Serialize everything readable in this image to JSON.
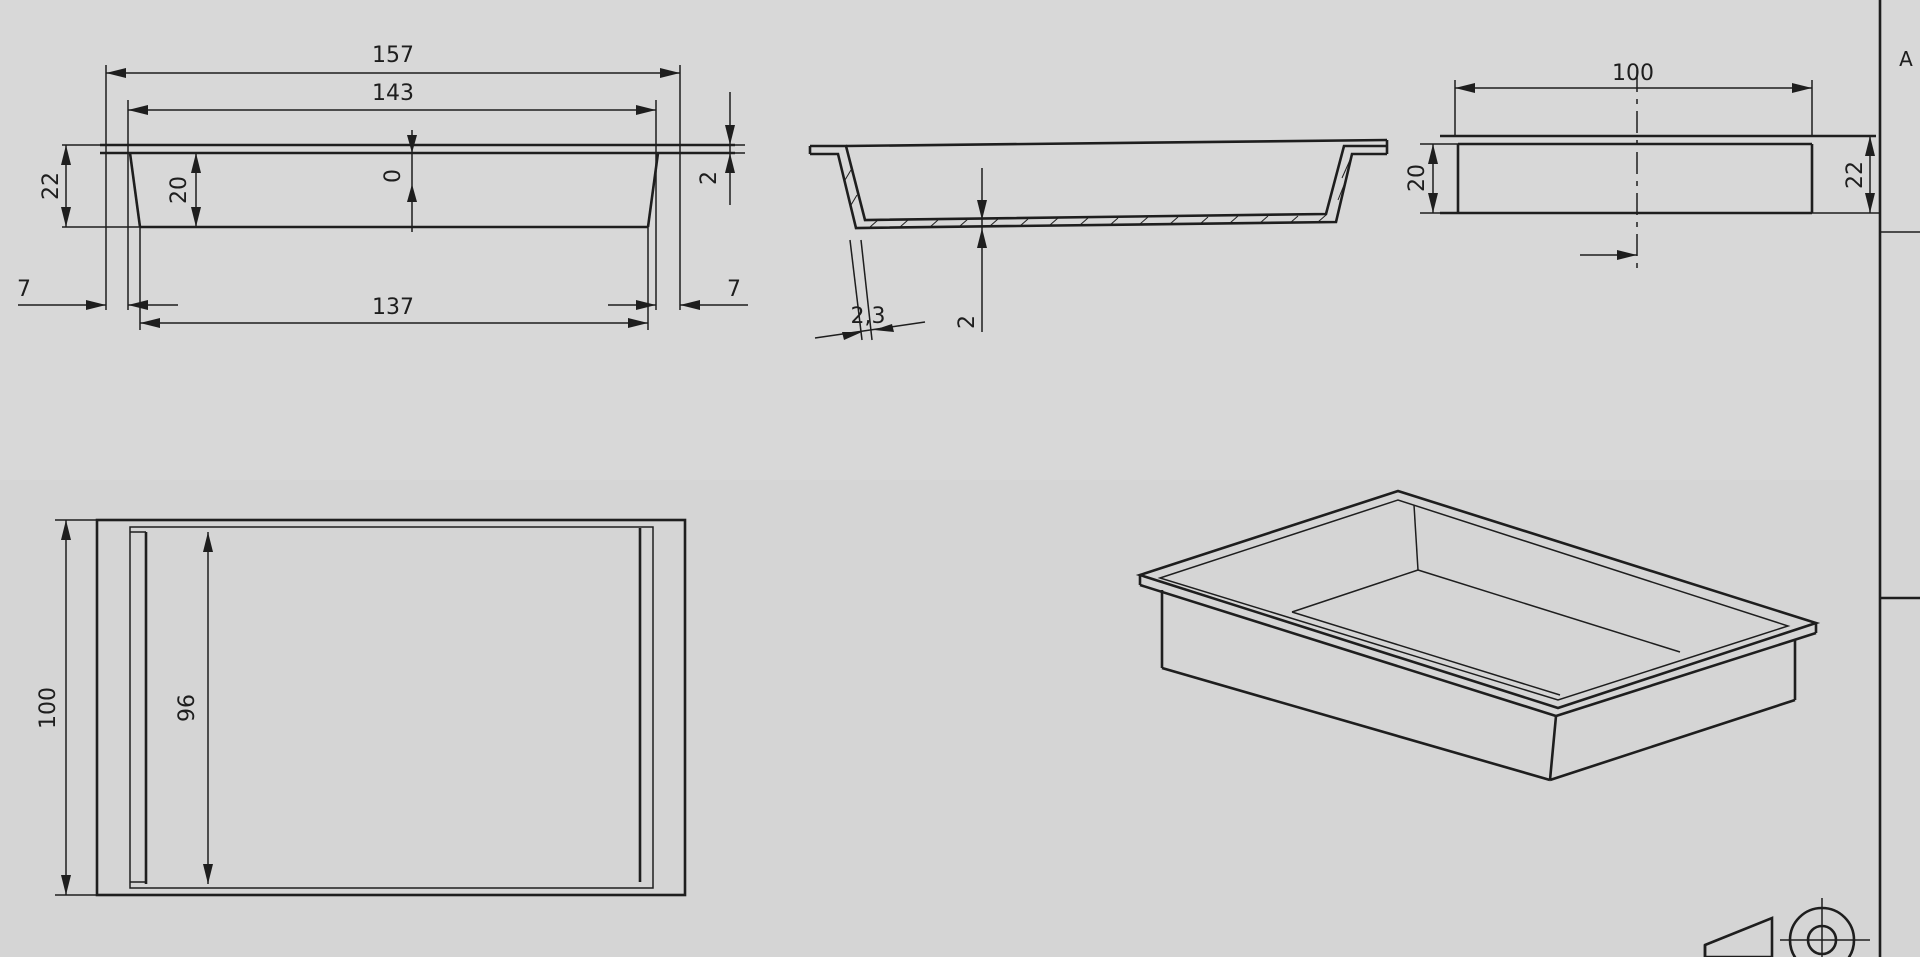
{
  "drawing": {
    "front_view": {
      "dim_overall_length": "157",
      "dim_inner_top_length": "143",
      "dim_bottom_length": "137",
      "dim_outer_height": "22",
      "dim_inner_height": "20",
      "dim_center_mark": "0",
      "dim_rim_thickness": "2",
      "dim_left_offset": "7",
      "dim_right_offset": "7"
    },
    "section_view": {
      "dim_wall_thickness": "2,3",
      "dim_bottom_thickness": "2"
    },
    "side_view": {
      "dim_width": "100",
      "dim_inner_height": "20",
      "dim_outer_height": "22"
    },
    "top_view": {
      "dim_outer_width": "100",
      "dim_inner_width": "96"
    },
    "title_block": {
      "zone_letter": "A"
    }
  }
}
